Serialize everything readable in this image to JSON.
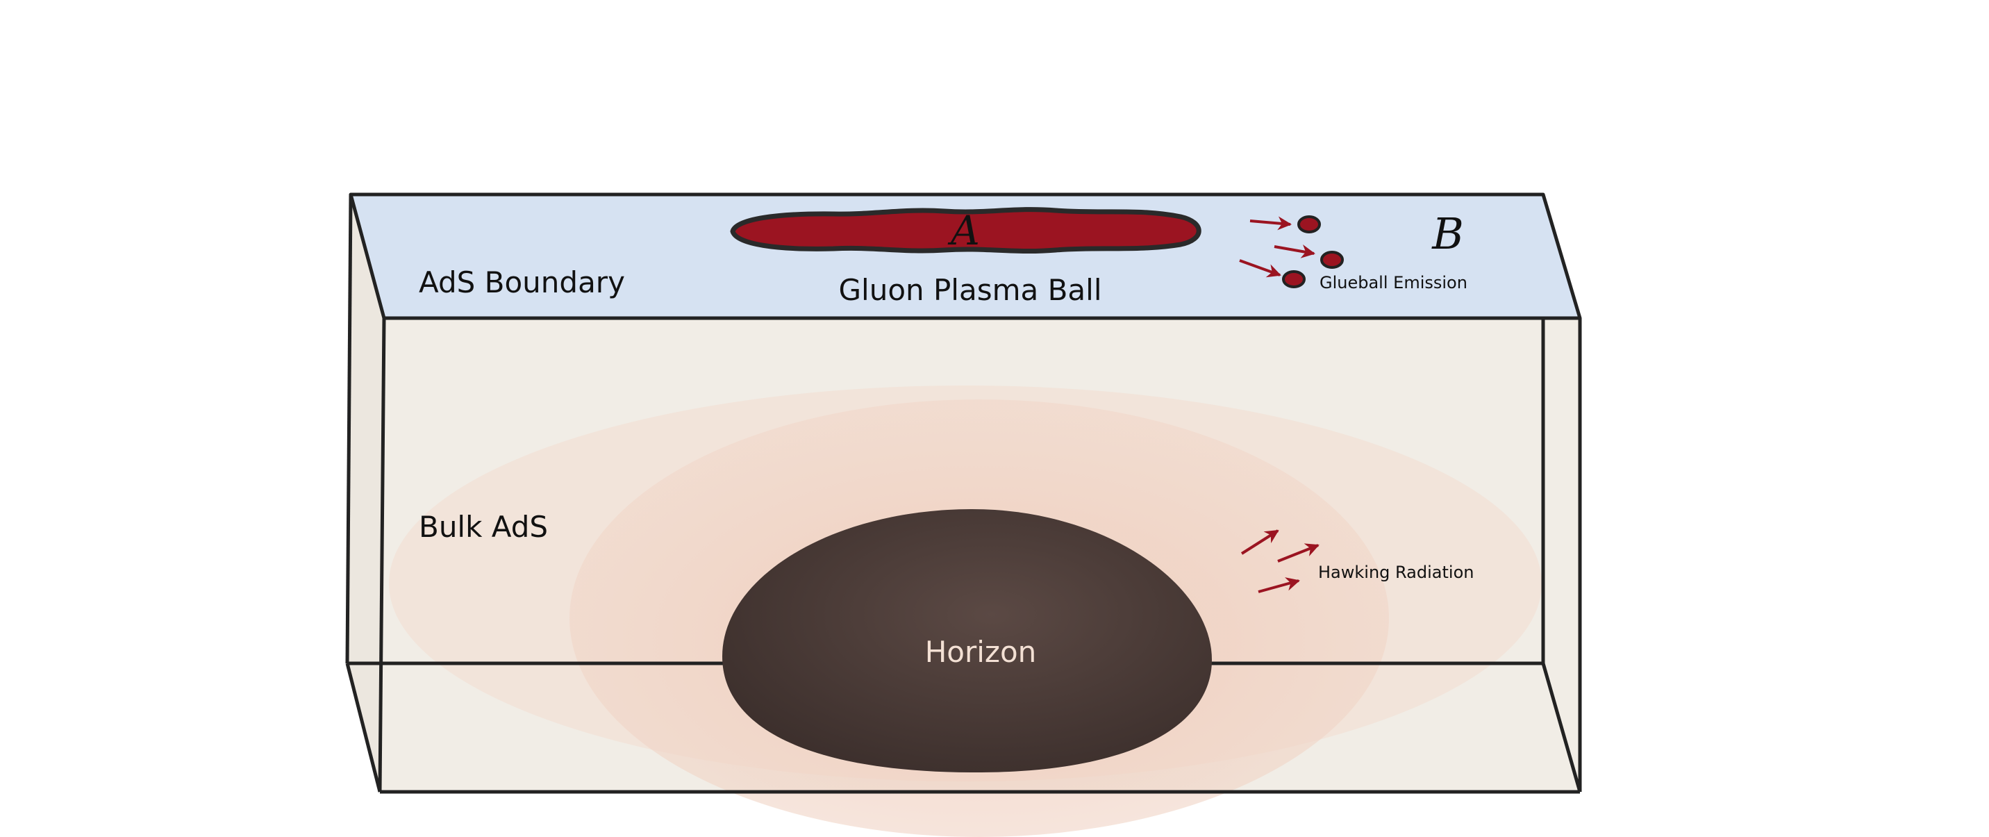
{
  "labels": {
    "boundary": "AdS Boundary",
    "plasma_ball": "Gluon Plasma Ball",
    "region_a": "A",
    "region_b": "B",
    "glueball_emission": "Glueball Emission",
    "bulk": "Bulk AdS",
    "horizon": "Horizon",
    "hawking_radiation": "Hawking Radiation"
  },
  "colors": {
    "boundary_fill": "#d6e2f2",
    "bulk_fill": "#f1ede6",
    "edge_stroke": "#222222",
    "plasma_fill": "#9b1421",
    "glow_outer": "#f3dcd0",
    "glow_inner": "#f0cfc0",
    "horizon_fill": "#4a3a36",
    "horizon_text": "#f3e0d4",
    "arrow": "#9b1421",
    "text": "#111111"
  }
}
